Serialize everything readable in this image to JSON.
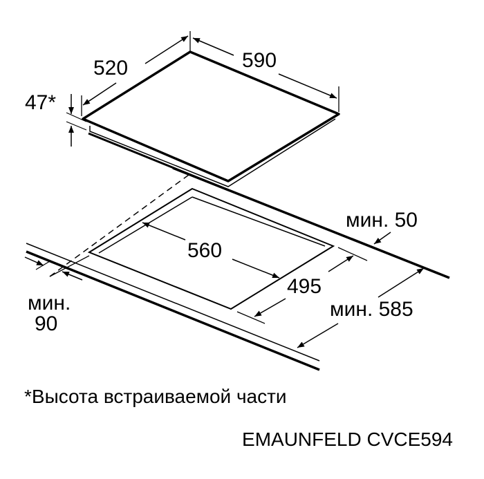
{
  "dimensions": {
    "hob_depth": "520",
    "hob_width": "590",
    "hob_height": "47*",
    "cutout_width": "560",
    "cutout_depth": "495",
    "min_back": "мин. 50",
    "min_depth": "мин. 585",
    "min_front_line1": "мин.",
    "min_front_line2": "90"
  },
  "footnote": "*Высота встраиваемой части",
  "brand_model": "EMAUNFELD CVCE594"
}
